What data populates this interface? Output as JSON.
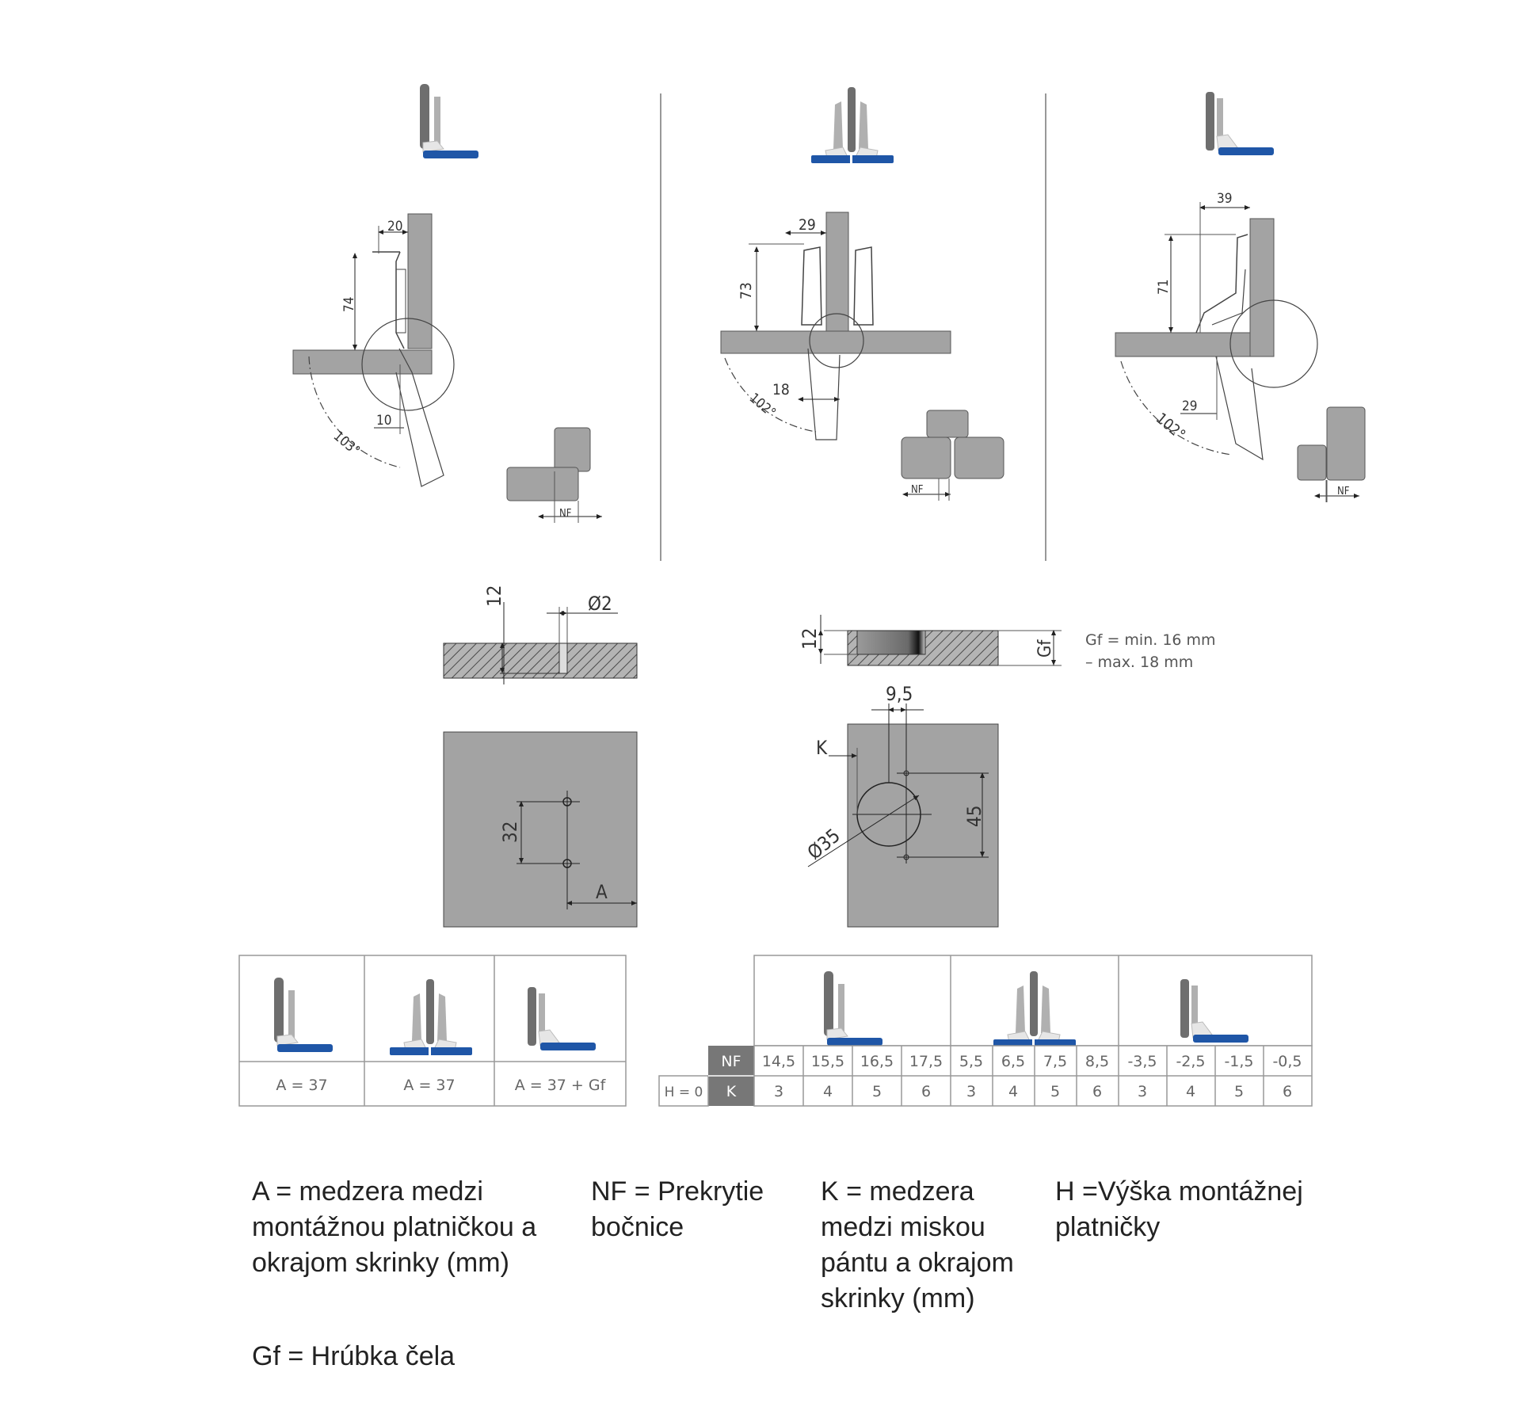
{
  "colors": {
    "panel": "#a3a3a3",
    "panel_dark": "#6e6e6e",
    "blue": "#1f56a7",
    "line": "#2a2a2a",
    "header_dark": "#777777"
  },
  "top_diagrams": {
    "full_overlay": {
      "dim_horizontal": "20",
      "dim_vertical": "74",
      "dim_offset": "10",
      "angle": "103°",
      "nf_label": "NF"
    },
    "half_overlay": {
      "dim_horizontal": "29",
      "dim_vertical": "73",
      "dim_offset": "18",
      "angle": "102°",
      "nf_label": "NF"
    },
    "inset": {
      "dim_horizontal": "39",
      "dim_vertical": "71",
      "dim_offset": "29",
      "angle": "102°",
      "nf_label": "NF"
    }
  },
  "mounting_plate": {
    "depth": "12",
    "pilot": "Ø2",
    "spacing": "32",
    "distance": "A"
  },
  "cup": {
    "depth": "12",
    "front_thickness": "Gf",
    "gf_note_line1": "Gf = min. 16 mm",
    "gf_note_line2": "– max. 18 mm",
    "offset": "9,5",
    "edge_gap": "K",
    "cup_dia": "Ø35",
    "hole_spacing": "45"
  },
  "table_a": {
    "values": [
      "A = 37",
      "A = 37",
      "A = 37 + Gf"
    ]
  },
  "table_nf": {
    "nf_header": "NF",
    "k_header": "K",
    "h_label": "H = 0",
    "groups": [
      {
        "nf": [
          "14,5",
          "15,5",
          "16,5",
          "17,5"
        ],
        "k": [
          "3",
          "4",
          "5",
          "6"
        ]
      },
      {
        "nf": [
          "5,5",
          "6,5",
          "7,5",
          "8,5"
        ],
        "k": [
          "3",
          "4",
          "5",
          "6"
        ]
      },
      {
        "nf": [
          "-3,5",
          "-2,5",
          "-1,5",
          "-0,5"
        ],
        "k": [
          "3",
          "4",
          "5",
          "6"
        ]
      }
    ]
  },
  "legend": {
    "a": [
      "A = medzera medzi",
      "montážnou platničkou a",
      "okrajom skrinky (mm)"
    ],
    "nf": [
      "NF = Prekrytie",
      "bočnice"
    ],
    "k": [
      "K = medzera",
      "medzi miskou",
      "pántu a okrajom",
      "skrinky (mm)"
    ],
    "h": [
      "H =Výška montážnej",
      "platničky"
    ],
    "gf": [
      "Gf = Hrúbka čela"
    ]
  }
}
